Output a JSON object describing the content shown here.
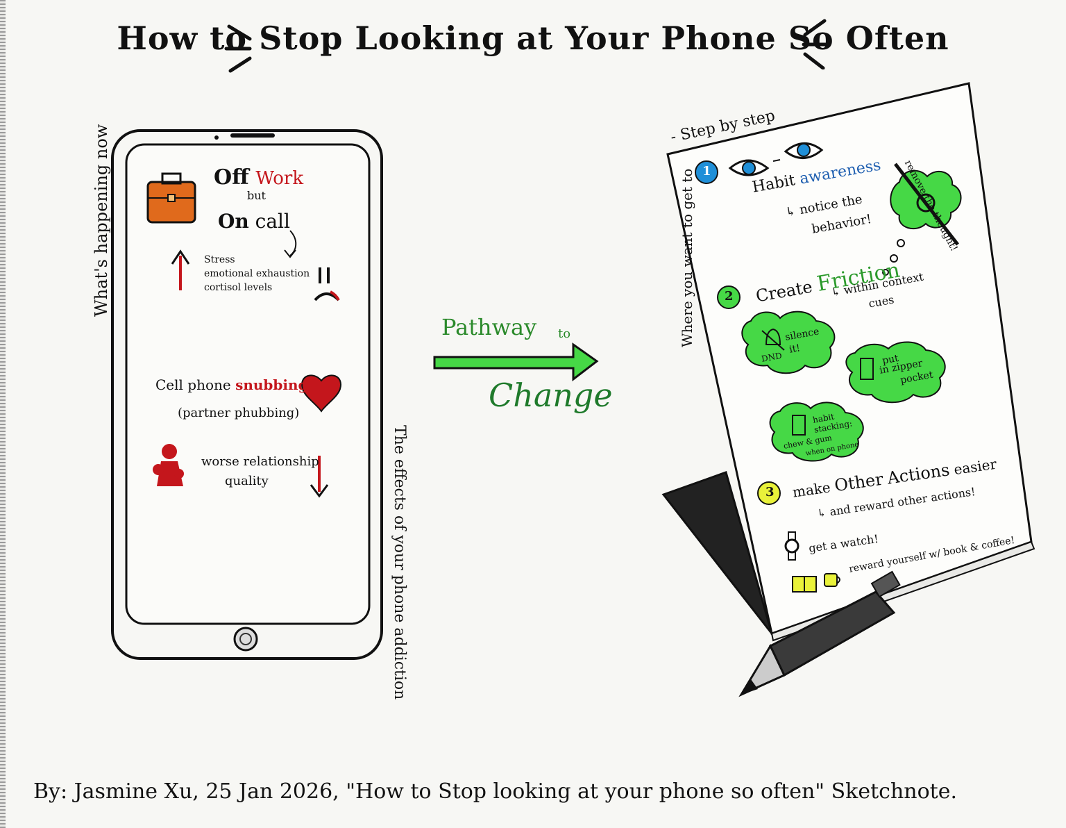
{
  "title": "How to Stop Looking at Your Phone So Often",
  "left_panel": {
    "side_label": "What's happening now",
    "bottom_label": "The effects of your phone addiction",
    "section1": {
      "line1_a": "Off",
      "line1_b": "Work",
      "line2": "but",
      "line3_a": "On",
      "line3_b": "call",
      "effects": [
        "Stress",
        "emotional exhaustion",
        "cortisol levels"
      ],
      "arrow": "up",
      "face": "sad"
    },
    "section2": {
      "text_a": "Cell phone",
      "text_b": "snubbing",
      "text_c": "(partner phubbing)"
    },
    "section3": {
      "text_a": "worse relationship",
      "text_b": "quality",
      "arrow": "down"
    }
  },
  "middle": {
    "line1": "Pathway",
    "line2": "to",
    "line3": "Change"
  },
  "right_panel": {
    "side_label_a": "Where you want to get to",
    "side_label_b": "- Step by step",
    "step1": {
      "number": "1",
      "title_a": "Habit",
      "title_b": "awareness",
      "sub_a": "↳ notice the",
      "sub_b": "behavior!",
      "cloud_label": "remove the thought!"
    },
    "step2": {
      "number": "2",
      "title_a": "Create",
      "title_b": "Friction",
      "sub_a": "↳ within context",
      "sub_b": "cues",
      "cloud1_a": "silence",
      "cloud1_b": "it!",
      "cloud1_c": "DND",
      "cloud2_a": "put",
      "cloud2_b": "in zipper",
      "cloud2_c": "pocket",
      "cloud3_a": "habit",
      "cloud3_b": "stacking:",
      "cloud3_c": "chew & gum",
      "cloud3_d": "when on phone"
    },
    "step3": {
      "number": "3",
      "title_a": "make",
      "title_b": "Other",
      "title_c": "Actions",
      "title_d": "easier",
      "sub": "↳ and reward other actions!",
      "item1": "get a watch!",
      "item2": "reward yourself w/ book & coffee!"
    }
  },
  "credit": "By: Jasmine Xu, 25 Jan 2026, \"How to Stop looking at your phone so often\" Sketchnote.",
  "colors": {
    "green": "#3fd33f",
    "dark_green": "#2b8a2b",
    "red": "#c4161c",
    "orange": "#e06a1c",
    "blue": "#1f8fd8",
    "yellow": "#e9f23a"
  }
}
